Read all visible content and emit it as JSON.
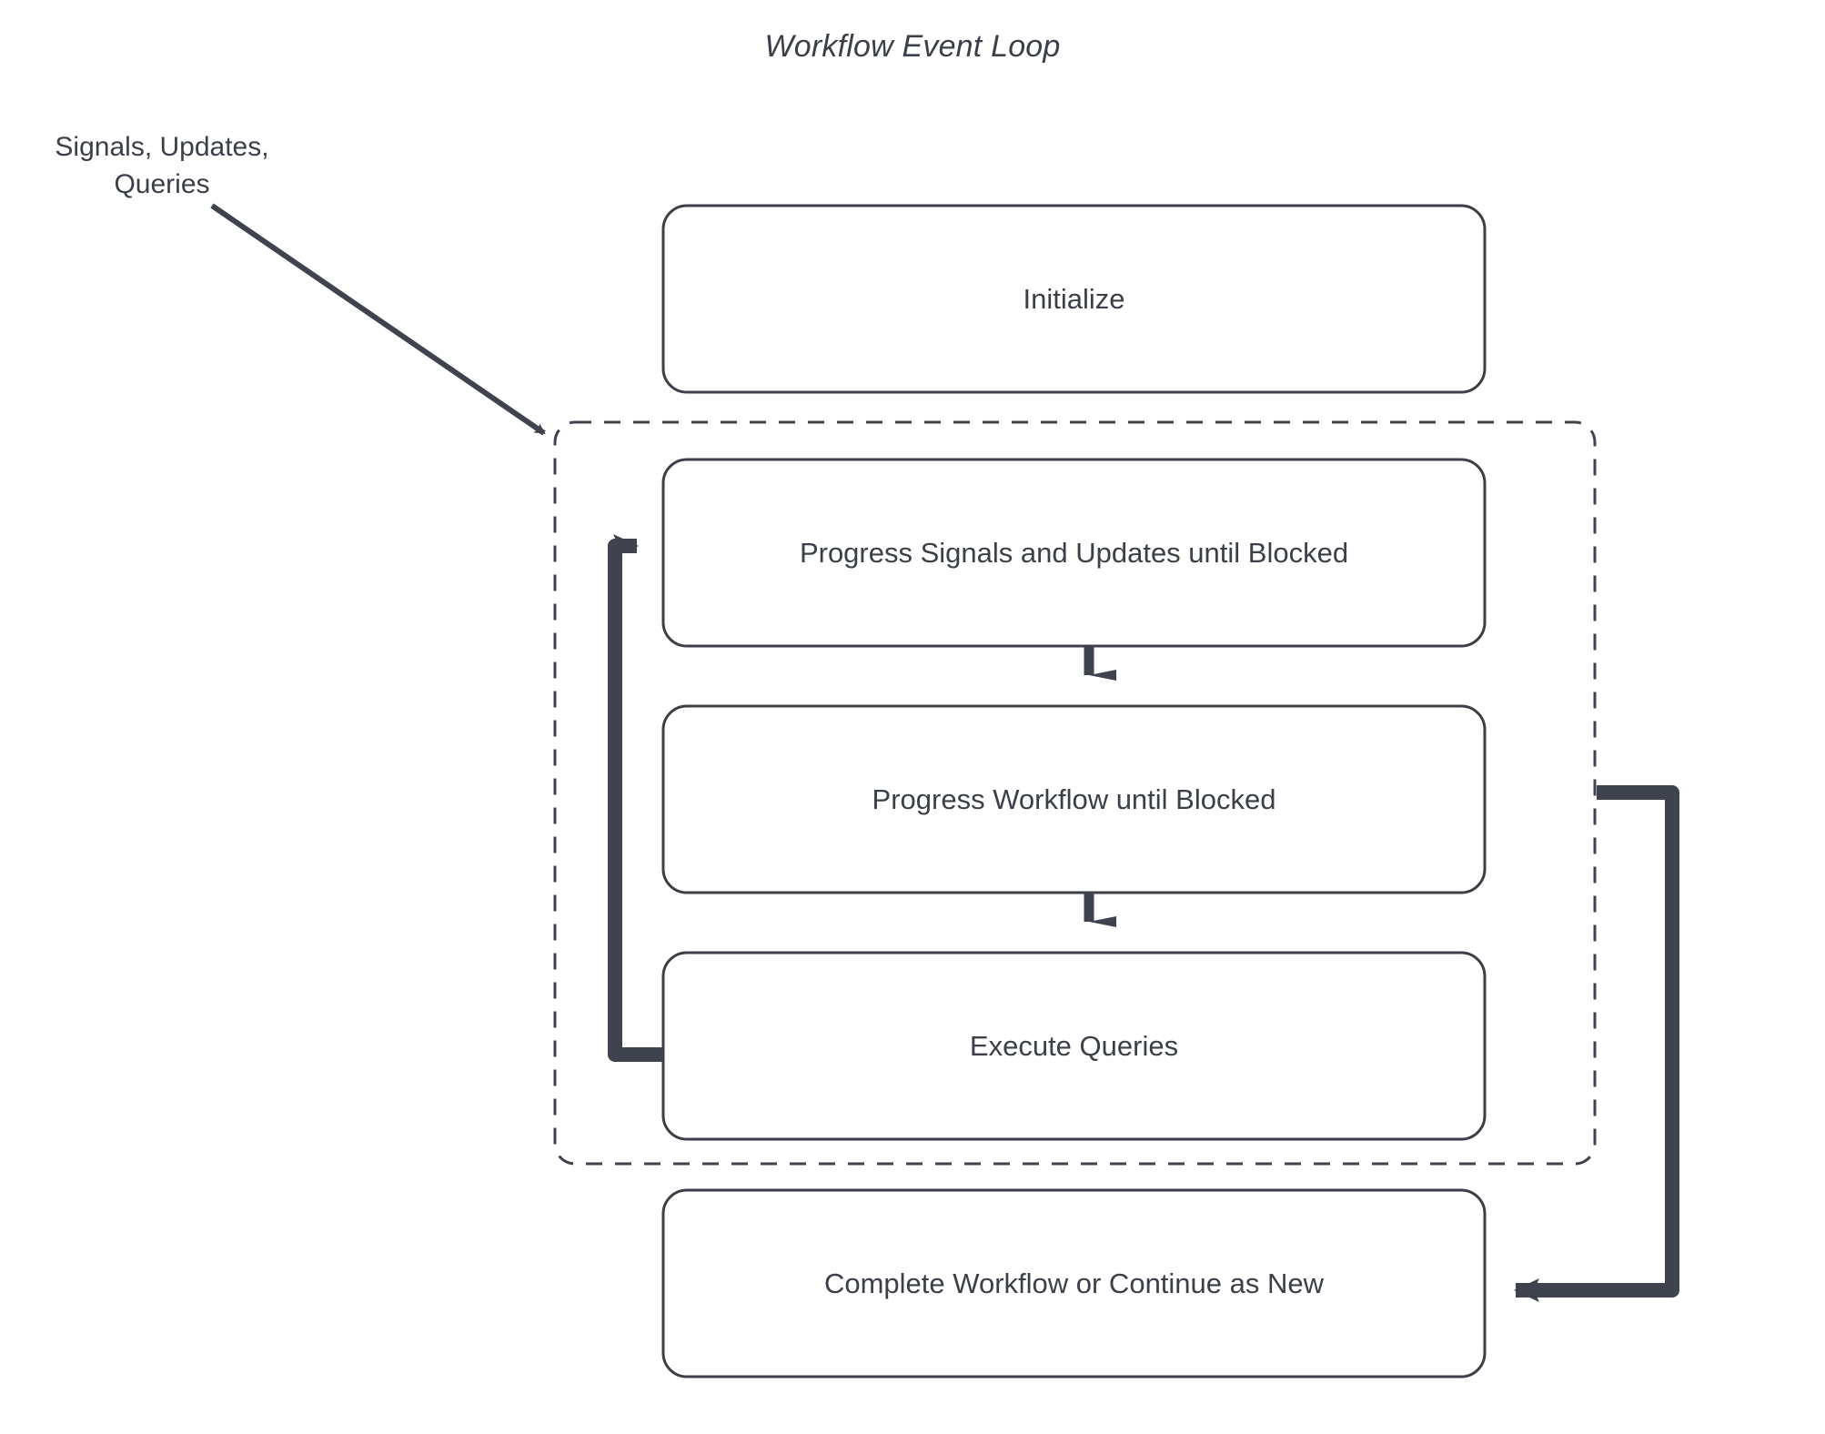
{
  "diagram": {
    "title": "Workflow Event Loop",
    "external_input": {
      "line1": "Signals, Updates,",
      "line2": "Queries"
    },
    "nodes": [
      {
        "id": "initialize",
        "label": "Initialize"
      },
      {
        "id": "progress-signals-updates",
        "label": "Progress Signals and Updates until Blocked"
      },
      {
        "id": "progress-workflow",
        "label": "Progress Workflow until Blocked"
      },
      {
        "id": "execute-queries",
        "label": "Execute Queries"
      },
      {
        "id": "complete-or-continue",
        "label": "Complete Workflow or Continue as New"
      }
    ],
    "loop_container": {
      "id": "event-loop-group",
      "style": "dashed"
    },
    "edges": [
      {
        "id": "external-to-loop",
        "from": "external-input",
        "to": "event-loop-group",
        "style": "solid-diagonal-arrow"
      },
      {
        "id": "signals-to-workflow",
        "from": "progress-signals-updates",
        "to": "progress-workflow",
        "style": "down-arrow"
      },
      {
        "id": "workflow-to-queries",
        "from": "progress-workflow",
        "to": "execute-queries",
        "style": "down-arrow"
      },
      {
        "id": "queries-back-to-signals",
        "from": "execute-queries",
        "to": "progress-signals-updates",
        "style": "thick-loopback-arrow"
      },
      {
        "id": "loop-to-complete",
        "from": "event-loop-group",
        "to": "complete-or-continue",
        "style": "thick-exit-arrow"
      }
    ],
    "colors": {
      "stroke": "#3f434e",
      "node_border": "#3c3f46",
      "node_fill": "#ffffff",
      "text": "#3b3f48",
      "background": "#ffffff"
    }
  }
}
